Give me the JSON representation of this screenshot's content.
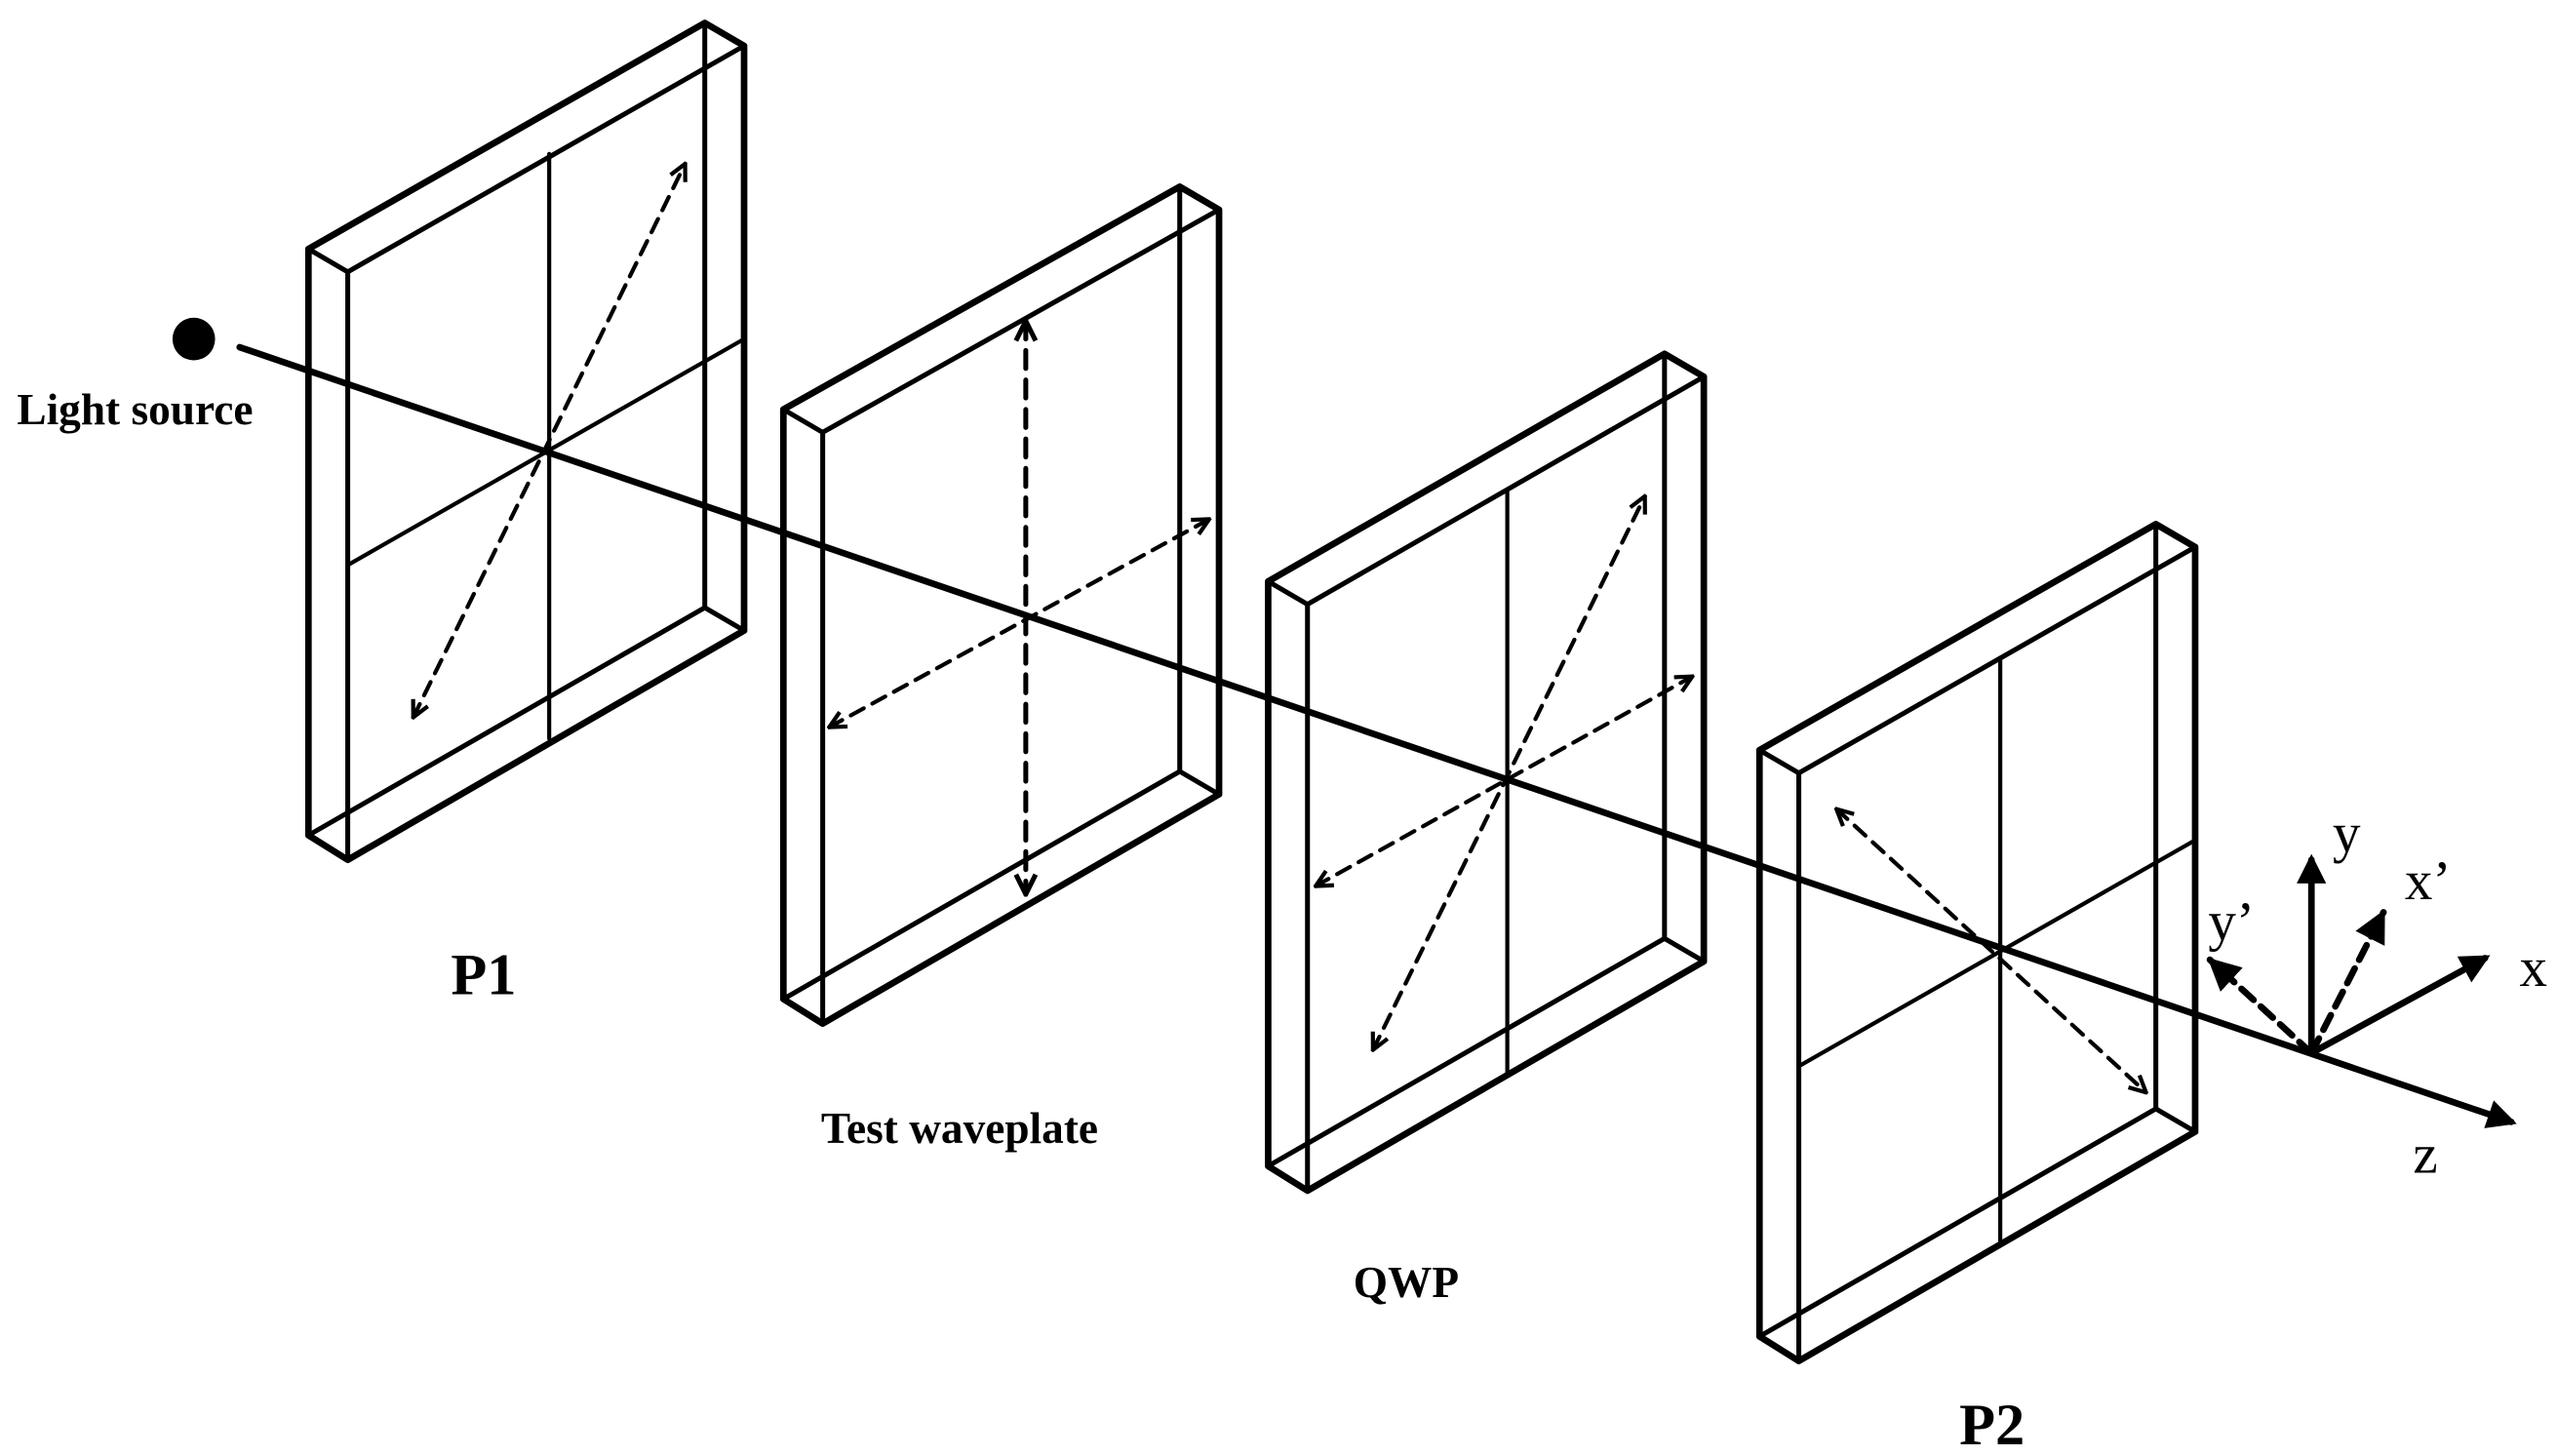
{
  "labels": {
    "light_source": "Light source",
    "p1": "P1",
    "test_waveplate": "Test waveplate",
    "qwp": "QWP",
    "p2": "P2"
  },
  "axes": {
    "x": "x",
    "y": "y",
    "z": "z",
    "x_prime": "x’",
    "y_prime": "y’"
  },
  "colors": {
    "ink": "#000000",
    "background": "#ffffff"
  },
  "icons": {
    "light_source": "filled-circle",
    "polarization_axis": "dashed-double-arrow",
    "coordinate_axis": "solid-arrow"
  }
}
